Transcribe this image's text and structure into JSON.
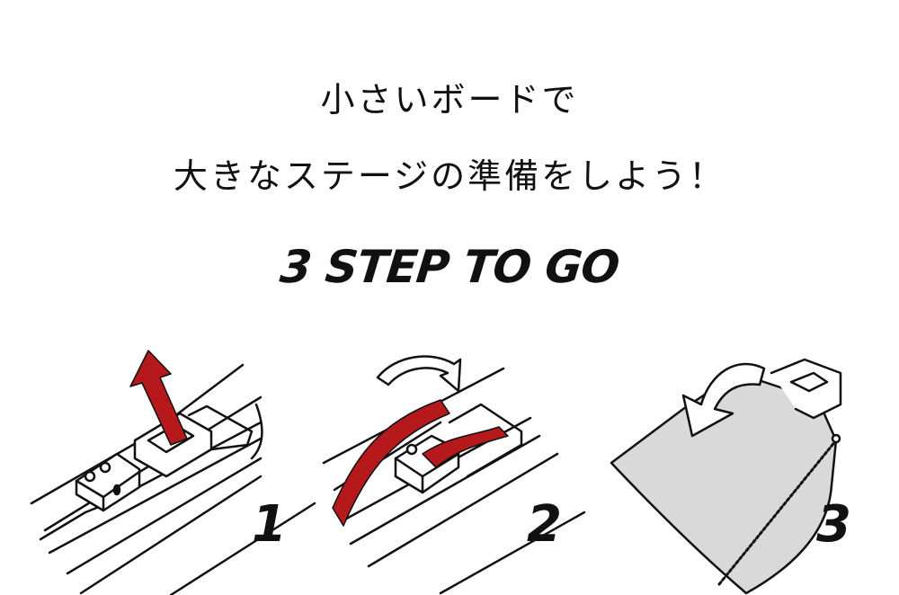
{
  "headline": {
    "line1": "小さいボードで",
    "line2": "大きなステージの準備をしよう！"
  },
  "subtitle": "3 STEP TO GO",
  "steps": [
    {
      "number": "1"
    },
    {
      "number": "2"
    },
    {
      "number": "3"
    }
  ],
  "colors": {
    "accent_red": "#b5191c",
    "bag_gray": "#d9d9d9",
    "ink": "#111111"
  }
}
